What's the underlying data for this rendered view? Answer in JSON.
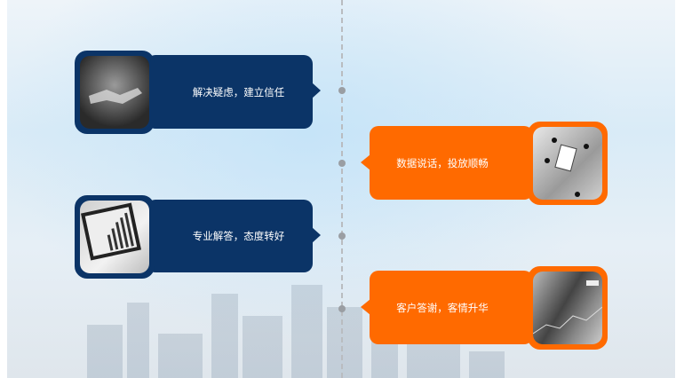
{
  "cards": [
    {
      "text": "解决疑虑，建立信任",
      "icon": "handshake-photo"
    },
    {
      "text": "数据说话，投放顺畅",
      "icon": "meeting-photo"
    },
    {
      "text": "专业解答，态度转好",
      "icon": "tablet-chart-photo"
    },
    {
      "text": "客户答谢，客情升华",
      "icon": "finance-photo"
    }
  ],
  "colors": {
    "blue": "#0b3467",
    "orange": "#ff6a00",
    "line": "#b9bcc0"
  }
}
